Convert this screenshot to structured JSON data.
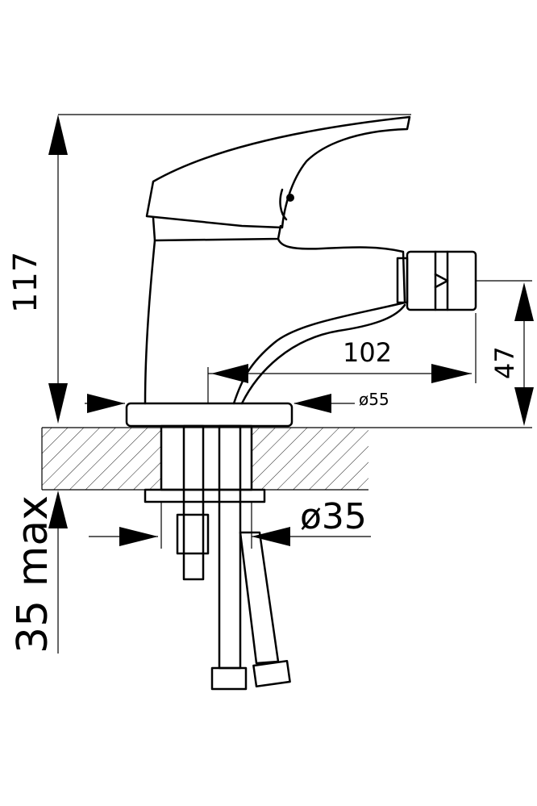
{
  "dimensions": {
    "height_total": "117",
    "spout_reach": "102",
    "base_diameter": "ø55",
    "outlet_height": "47",
    "hole_diameter": "ø35",
    "max_thickness": "35 max"
  }
}
